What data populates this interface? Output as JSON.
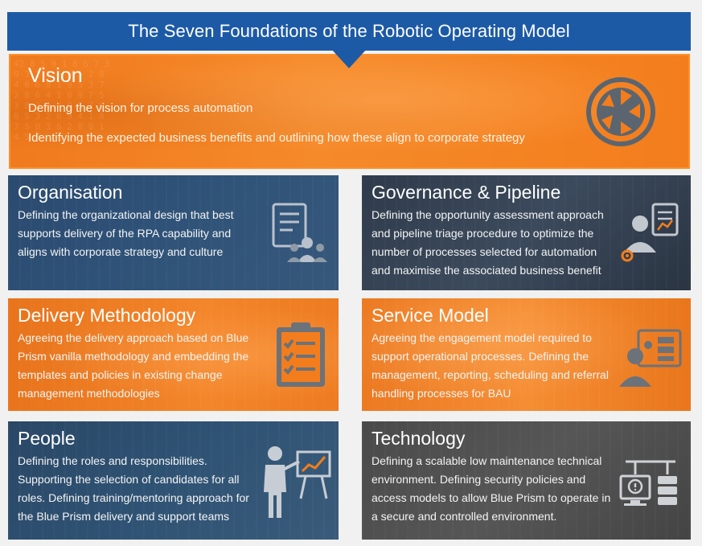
{
  "header": {
    "title": "The Seven Foundations of the Robotic Operating Model"
  },
  "vision": {
    "title": "Vision",
    "line1": "Defining the vision for process automation",
    "line2": "Identifying the expected business benefits and outlining how these align to corporate strategy",
    "icon": "aperture-icon"
  },
  "cards": {
    "organisation": {
      "title": "Organisation",
      "text": "Defining the organizational design that best supports delivery of the RPA capability and aligns with corporate strategy and culture",
      "icon": "org-chart-icon"
    },
    "governance": {
      "title": "Governance & Pipeline",
      "text": "Defining the opportunity assessment approach and pipeline triage procedure to optimize the number of processes selected for automation and maximise the associated business benefit",
      "icon": "governance-icon"
    },
    "delivery": {
      "title": "Delivery Methodology",
      "text": "Agreeing the delivery approach based on Blue Prism vanilla methodology and embedding the templates and policies in existing change management methodologies",
      "icon": "clipboard-checklist-icon"
    },
    "service": {
      "title": "Service Model",
      "text": "Agreeing the engagement model required to support operational processes. Defining the management, reporting, scheduling and referral handling processes for BAU",
      "icon": "service-model-icon"
    },
    "people": {
      "title": "People",
      "text": "Defining the roles and responsibilities. Supporting the selection of candidates for all roles. Defining training/mentoring approach for the Blue Prism delivery and support teams",
      "icon": "presenter-icon"
    },
    "technology": {
      "title": "Technology",
      "text": "Defining a scalable low maintenance technical environment. Defining security policies and access models to allow Blue Prism to operate in a secure and controlled environment.",
      "icon": "server-monitor-icon"
    }
  },
  "colors": {
    "header": "#1d5aa6",
    "orange": "#f37d1c",
    "blue_card": "#2f5278",
    "gray_card": "#565656"
  }
}
